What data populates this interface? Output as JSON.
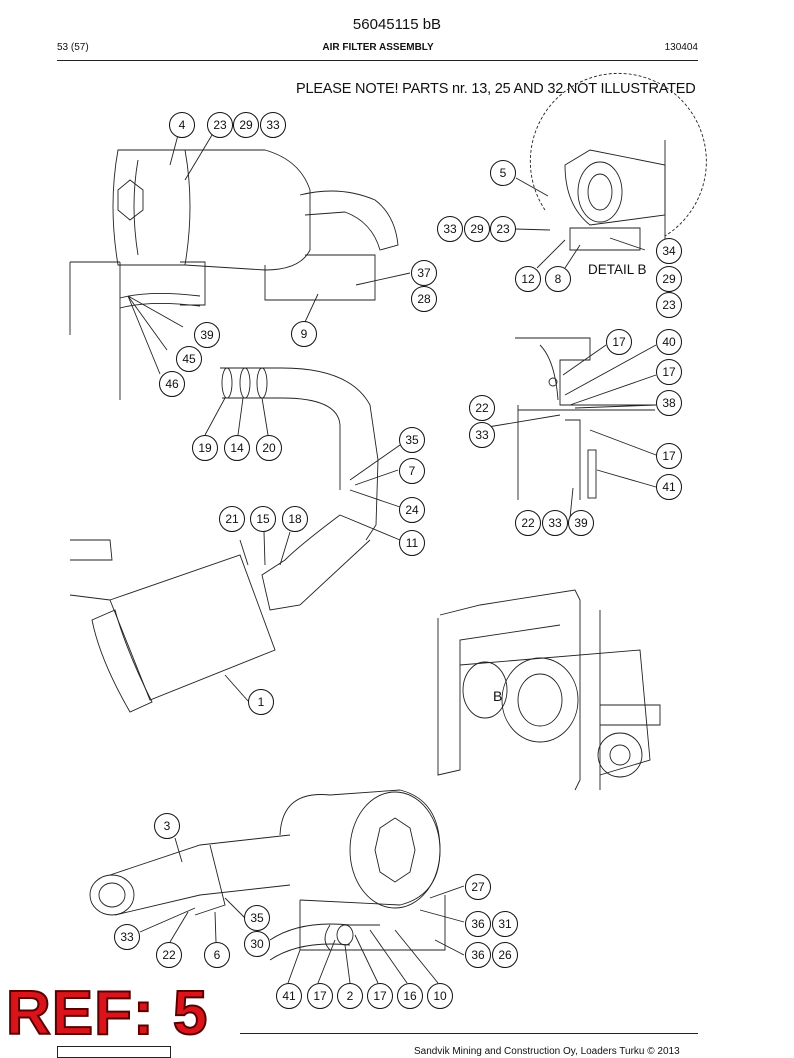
{
  "header": {
    "doc_number": "56045115 bB",
    "page": "53 (57)",
    "title": "AIR FILTER ASSEMBLY",
    "date": "130404"
  },
  "note": "PLEASE NOTE! PARTS nr. 13, 25 AND 32 NOT ILLUSTRATED",
  "labels": {
    "detail_b": "DETAIL B",
    "b": "B"
  },
  "callouts": {
    "c4": "4",
    "c23a": "23",
    "c29a": "29",
    "c33a": "33",
    "c5": "5",
    "c33b": "33",
    "c29b": "29",
    "c23b": "23",
    "c34": "34",
    "c12": "12",
    "c8": "8",
    "c29c": "29",
    "c23c": "23",
    "c37": "37",
    "c28": "28",
    "c39a": "39",
    "c9": "9",
    "c45": "45",
    "c46": "46",
    "c17a": "17",
    "c40": "40",
    "c17b": "17",
    "c22a": "22",
    "c38": "38",
    "c33c": "33",
    "c17c": "17",
    "c41a": "41",
    "c22b": "22",
    "c33d": "33",
    "c39b": "39",
    "c19": "19",
    "c14": "14",
    "c20": "20",
    "c35a": "35",
    "c7": "7",
    "c24": "24",
    "c21": "21",
    "c15": "15",
    "c18": "18",
    "c11": "11",
    "c1": "1",
    "c3": "3",
    "c27": "27",
    "c36a": "36",
    "c31": "31",
    "c35b": "35",
    "c33e": "33",
    "c30": "30",
    "c22c": "22",
    "c6": "6",
    "c36b": "36",
    "c26": "26",
    "c41b": "41",
    "c17d": "17",
    "c2": "2",
    "c17e": "17",
    "c16": "16",
    "c10": "10"
  },
  "footer": {
    "ref": "REF: 5",
    "copyright": "Sandvik Mining and Construction Oy, Loaders Turku © 2013"
  }
}
